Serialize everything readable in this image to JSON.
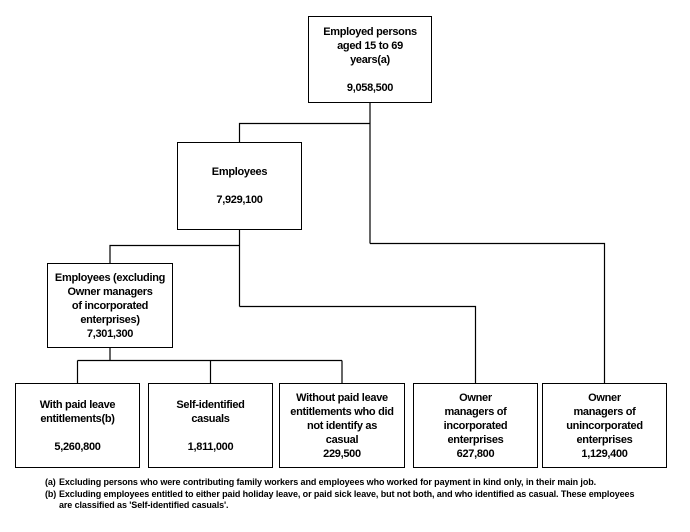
{
  "diagram": {
    "type": "hierarchy-flowchart",
    "nodes": [
      {
        "id": "employed-persons",
        "parent": null,
        "label": "Employed persons\naged 15 to 69\nyears(a)",
        "value": "9,058,500"
      },
      {
        "id": "employees",
        "parent": "employed-persons",
        "label": "Employees",
        "value": "7,929,100"
      },
      {
        "id": "employees-excluding-owner-managers",
        "parent": "employees",
        "label": "Employees (excluding\nOwner managers\nof incorporated\nenterprises)",
        "value": "7,301,300"
      },
      {
        "id": "with-paid-leave",
        "parent": "employees-excluding-owner-managers",
        "label": "With paid leave\nentitlements(b)",
        "value": "5,260,800"
      },
      {
        "id": "self-identified-casuals",
        "parent": "employees-excluding-owner-managers",
        "label": "Self-identified\ncasuals",
        "value": "1,811,000"
      },
      {
        "id": "without-paid-leave",
        "parent": "employees-excluding-owner-managers",
        "label": "Without paid leave\nentitlements who did\nnot identify as\ncasual",
        "value": "229,500"
      },
      {
        "id": "owner-managers-incorporated",
        "parent": "employees",
        "label": "Owner\nmanagers of\nincorporated\nenterprises",
        "value": "627,800"
      },
      {
        "id": "owner-managers-unincorporated",
        "parent": "employed-persons",
        "label": "Owner\nmanagers of\nunincorporated\nenterprises",
        "value": "1,129,400"
      }
    ],
    "footnotes": [
      {
        "marker": "(a)",
        "text": "Excluding persons who were contributing family workers and employees who worked for payment in kind only, in their main job."
      },
      {
        "marker": "(b)",
        "text": "Excluding employees entitled to either paid holiday leave, or paid sick leave, but not both, and who identified as casual. These employees are classified as 'Self-identified casuals'."
      }
    ],
    "colors": {
      "line": "#000000",
      "text": "#000000",
      "background": "#ffffff"
    }
  }
}
